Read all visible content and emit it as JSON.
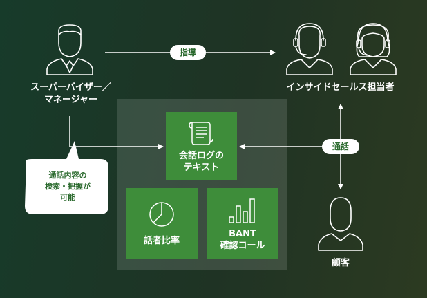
{
  "supervisor": {
    "label_line1": "スーパーバイザー／",
    "label_line2": "マネージャー"
  },
  "insidesales": {
    "label": "インサイドセールス担当者"
  },
  "customer": {
    "label": "顧客"
  },
  "arrows": {
    "instruction": "指導",
    "call": "通話"
  },
  "bubble": {
    "line1": "通話内容の",
    "line2": "検索・把握が",
    "line3": "可能"
  },
  "boxes": {
    "log": {
      "line1": "会話ログの",
      "line2": "テキスト"
    },
    "ratio": {
      "label": "話者比率"
    },
    "bant": {
      "line1": "BANT",
      "line2": "確認コール"
    }
  },
  "colors": {
    "box": "#3e8d3a",
    "background_left": "#173b2a",
    "background_right": "#2c3a21"
  }
}
